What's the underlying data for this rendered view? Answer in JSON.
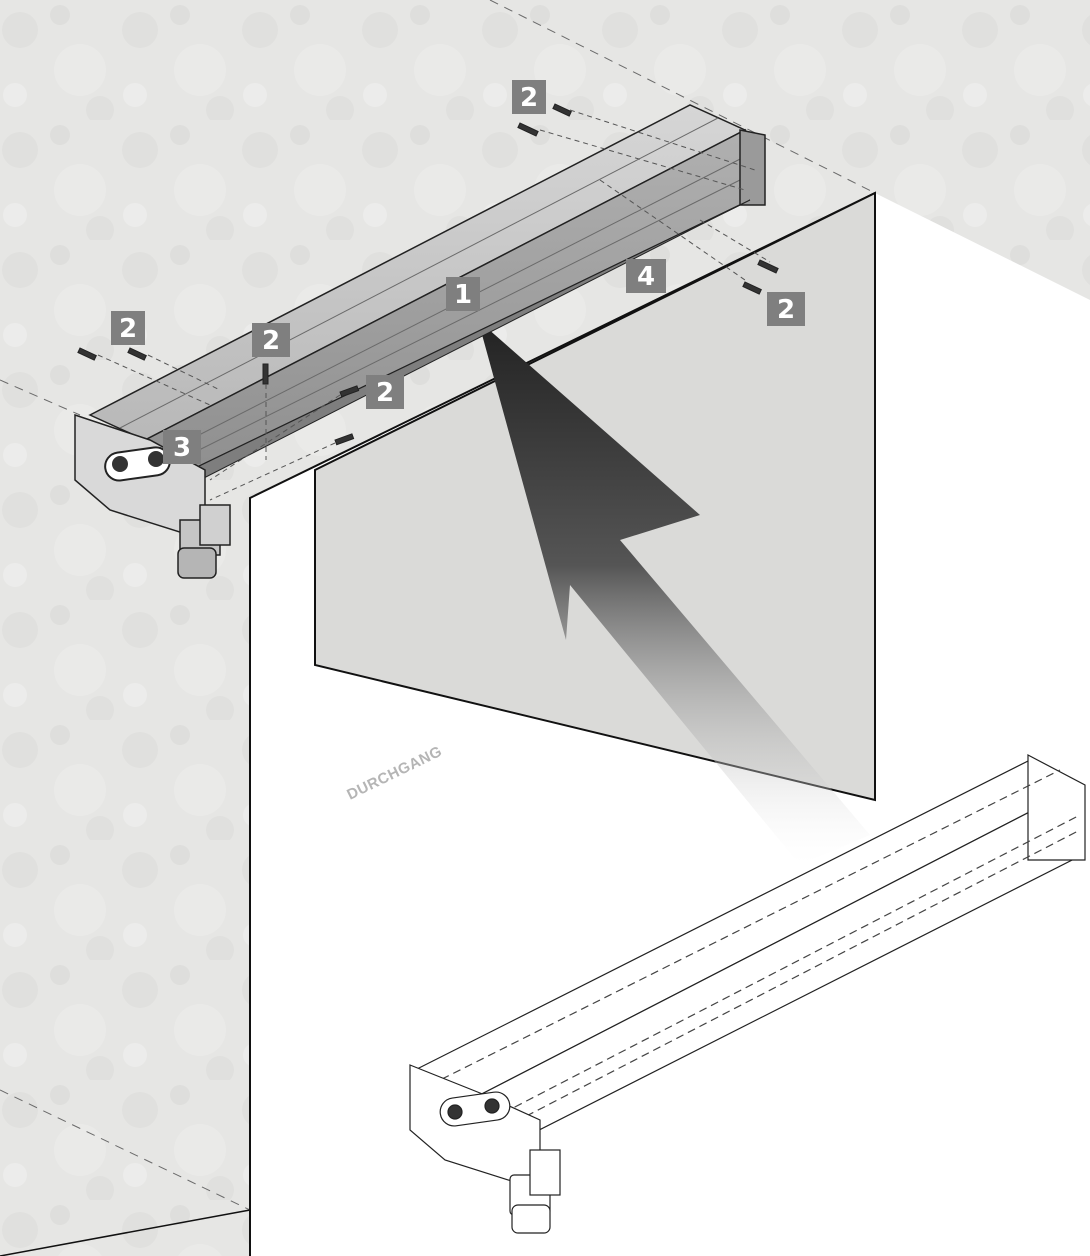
{
  "passage_label": "DURCHGANG",
  "callouts": {
    "c1": "1",
    "c2a": "2",
    "c2b": "2",
    "c2c": "2",
    "c2d": "2",
    "c2e": "2",
    "c3": "3",
    "c4": "4"
  },
  "colors": {
    "wall": "#e4e4e2",
    "wall_dark": "#cfcfcd",
    "opening": "#ffffff",
    "door_panel": "#d4d4d2",
    "box_light": "#c8c8c8",
    "box_mid": "#a8a8a8",
    "box_dark": "#8f8f8f",
    "callout_bg": "#7f7f7f",
    "arrow_dark": "#2e2e2e",
    "line": "#1a1a1a"
  }
}
